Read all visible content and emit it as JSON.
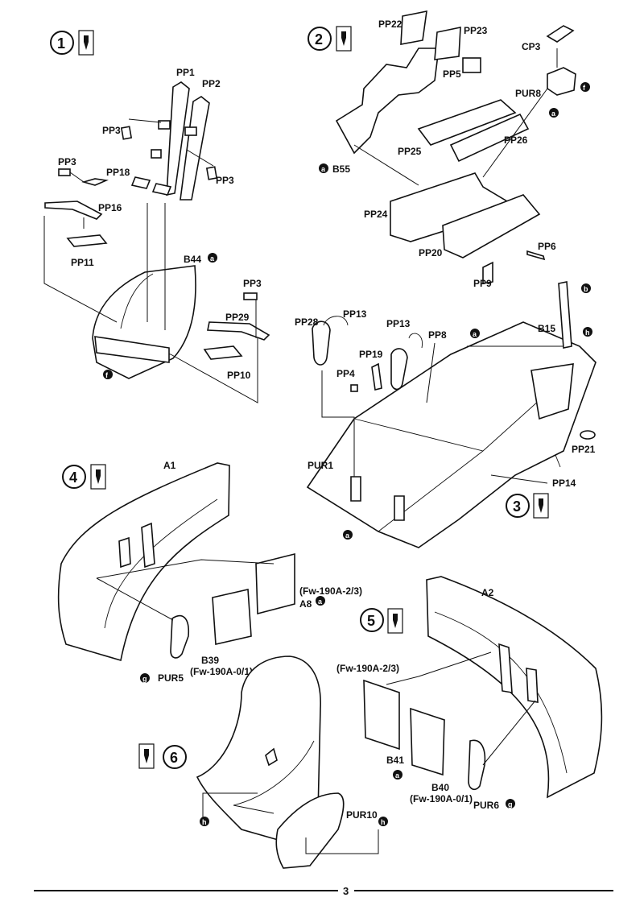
{
  "page_number": "3",
  "steps": {
    "s1": "1",
    "s2": "2",
    "s3": "3",
    "s4": "4",
    "s5": "5",
    "s6": "6"
  },
  "labels": {
    "PP1": "PP1",
    "PP2": "PP2",
    "PP3a": "PP3",
    "PP3b": "PP3",
    "PP3c": "PP3",
    "PP3d": "PP3",
    "PP18": "PP18",
    "PP16": "PP16",
    "PP11": "PP11",
    "B44": "B44",
    "PP29": "PP29",
    "PP10": "PP10",
    "PP22": "PP22",
    "PP23": "PP23",
    "CP3": "CP3",
    "PP5": "PP5",
    "PUR8": "PUR8",
    "PP25": "PP25",
    "PP26": "PP26",
    "B55": "B55",
    "PP24": "PP24",
    "PP20": "PP20",
    "PP6": "PP6",
    "PP9": "PP9",
    "PP28": "PP28",
    "PP13a": "PP13",
    "PP13b": "PP13",
    "PP8": "PP8",
    "PP19": "PP19",
    "PP4": "PP4",
    "B15": "B15",
    "PUR1": "PUR1",
    "PP21": "PP21",
    "PP14": "PP14",
    "A1": "A1",
    "A8note": "(Fw-190A-2/3)",
    "A8": "A8",
    "B39": "B39",
    "B39note": "(Fw-190A-0/1)",
    "PUR5": "PUR5",
    "A2": "A2",
    "B41note": "(Fw-190A-2/3)",
    "B41": "B41",
    "B40": "B40",
    "B40note": "(Fw-190A-0/1)",
    "PUR6": "PUR6",
    "PUR10": "PUR10"
  },
  "paint_tags": {
    "t1": "a",
    "t2": "f",
    "t3": "a",
    "t4": "f",
    "t5": "a",
    "t6": "b",
    "t7": "h",
    "t8": "a",
    "t9": "a",
    "t10": "a",
    "t11": "g",
    "t12": "a",
    "t13": "g",
    "t14": "h",
    "t15": "h"
  }
}
